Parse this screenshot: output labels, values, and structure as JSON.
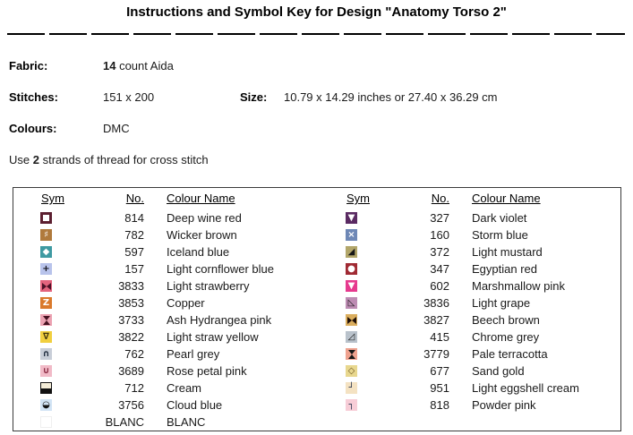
{
  "title": "Instructions and Symbol Key for Design \"Anatomy Torso 2\"",
  "info": {
    "fabric_label": "Fabric:",
    "fabric_bold": "14",
    "fabric_rest": " count Aida",
    "stitches_label": "Stitches:",
    "stitches_value": "151 x 200",
    "size_label": "Size:",
    "size_value": "10.79 x 14.29 inches or 27.40 x 36.29 cm",
    "colours_label": "Colours:",
    "colours_value": "DMC",
    "strands_prefix": "Use ",
    "strands_bold": "2",
    "strands_suffix": " strands of thread for cross stitch"
  },
  "table": {
    "headers": {
      "sym": "Sym",
      "no": "No.",
      "name": "Colour Name"
    },
    "left_rows": [
      {
        "no": "814",
        "name": "Deep wine red",
        "icon": "open-square-icon",
        "shape": "open-square",
        "bg": "#ffffff",
        "fg": "#5c1f30"
      },
      {
        "no": "782",
        "name": "Wicker brown",
        "icon": "sharp-sign-icon",
        "shape": "glyph",
        "glyph": "♯",
        "bg": "#b07a3c",
        "fg": "#ffffff"
      },
      {
        "no": "597",
        "name": "Iceland blue",
        "icon": "diamond-icon",
        "shape": "glyph",
        "glyph": "◆",
        "bg": "#3e9aa2",
        "fg": "#ffffff"
      },
      {
        "no": "157",
        "name": "Light cornflower blue",
        "icon": "plus-icon",
        "shape": "glyph",
        "glyph": "+",
        "bg": "#b8c3eb",
        "fg": "#15151f"
      },
      {
        "no": "3833",
        "name": "Light strawberry",
        "icon": "bowtie-icon",
        "shape": "bowtie",
        "bg": "#e3647e",
        "fg": "#4c1228"
      },
      {
        "no": "3853",
        "name": "Copper",
        "icon": "letter-z-icon",
        "shape": "glyph",
        "glyph": "Z",
        "bg": "#da7a2c",
        "fg": "#ffffff"
      },
      {
        "no": "3733",
        "name": "Ash Hydrangea pink",
        "icon": "hourglass-icon",
        "shape": "hourglass",
        "bg": "#eca2b2",
        "fg": "#451020"
      },
      {
        "no": "3822",
        "name": "Light straw yellow",
        "icon": "nabla-triangle-icon",
        "shape": "glyph",
        "glyph": "∇",
        "bg": "#f1cf3f",
        "fg": "#42360e"
      },
      {
        "no": "762",
        "name": "Pearl grey",
        "icon": "cap-arc-icon",
        "shape": "glyph",
        "glyph": "∩",
        "bg": "#c8ced8",
        "fg": "#1e2b3c"
      },
      {
        "no": "3689",
        "name": "Rose petal pink",
        "icon": "cup-u-icon",
        "shape": "glyph",
        "glyph": "∪",
        "bg": "#f1bac7",
        "fg": "#8e2f47"
      },
      {
        "no": "712",
        "name": "Cream",
        "icon": "half-filled-square-icon",
        "shape": "half-bottom",
        "bg": "#f4edd8",
        "fg": "#121212"
      },
      {
        "no": "3756",
        "name": "Cloud blue",
        "icon": "half-filled-circle-icon",
        "shape": "glyph",
        "glyph": "◒",
        "bg": "#d2e4f5",
        "fg": "#121212"
      },
      {
        "no": "BLANC",
        "name": "BLANC",
        "icon": "blank-square-icon",
        "shape": "blank",
        "bg": "#ffffff",
        "fg": "#f0f0f0"
      }
    ],
    "right_rows": [
      {
        "no": "327",
        "name": "Dark violet",
        "icon": "triangle-down-icon",
        "shape": "glyph",
        "glyph": "▼",
        "bg": "#5a2a62",
        "fg": "#ffffff"
      },
      {
        "no": "160",
        "name": "Storm blue",
        "icon": "cross-x-icon",
        "shape": "glyph",
        "glyph": "×",
        "bg": "#6e88b6",
        "fg": "#ffffff"
      },
      {
        "no": "372",
        "name": "Light mustard",
        "icon": "triangle-lower-right-icon",
        "shape": "glyph",
        "glyph": "◢",
        "bg": "#b2a66a",
        "fg": "#171717"
      },
      {
        "no": "347",
        "name": "Egyptian red",
        "icon": "circle-icon",
        "shape": "glyph",
        "glyph": "●",
        "bg": "#a02a33",
        "fg": "#ffffff"
      },
      {
        "no": "602",
        "name": "Marshmallow pink",
        "icon": "triangle-down-icon",
        "shape": "glyph",
        "glyph": "▼",
        "bg": "#e63a8e",
        "fg": "#ffffff"
      },
      {
        "no": "3836",
        "name": "Light grape",
        "icon": "triangle-outline-icon",
        "shape": "glyph",
        "glyph": "◺",
        "bg": "#bd8cb3",
        "fg": "#171717"
      },
      {
        "no": "3827",
        "name": "Beech brown",
        "icon": "bowtie-icon",
        "shape": "bowtie",
        "bg": "#dbae5e",
        "fg": "#201008"
      },
      {
        "no": "415",
        "name": "Chrome grey",
        "icon": "triangle-right-outline-icon",
        "shape": "glyph",
        "glyph": "◿",
        "bg": "#b9c2cb",
        "fg": "#171717"
      },
      {
        "no": "3779",
        "name": "Pale terracotta",
        "icon": "hourglass-icon",
        "shape": "hourglass",
        "bg": "#efa28f",
        "fg": "#171717"
      },
      {
        "no": "677",
        "name": "Sand gold",
        "icon": "small-diamond-outline-icon",
        "shape": "glyph",
        "glyph": "◇",
        "bg": "#e8d78e",
        "fg": "#6a5420"
      },
      {
        "no": "951",
        "name": "Light eggshell cream",
        "icon": "corner-bottom-right-icon",
        "shape": "glyph",
        "glyph": "┘",
        "bg": "#f4e2c2",
        "fg": "#26324e"
      },
      {
        "no": "818",
        "name": "Powder pink",
        "icon": "corner-top-right-icon",
        "shape": "glyph",
        "glyph": "┐",
        "bg": "#f7cdd7",
        "fg": "#26324e"
      }
    ]
  }
}
